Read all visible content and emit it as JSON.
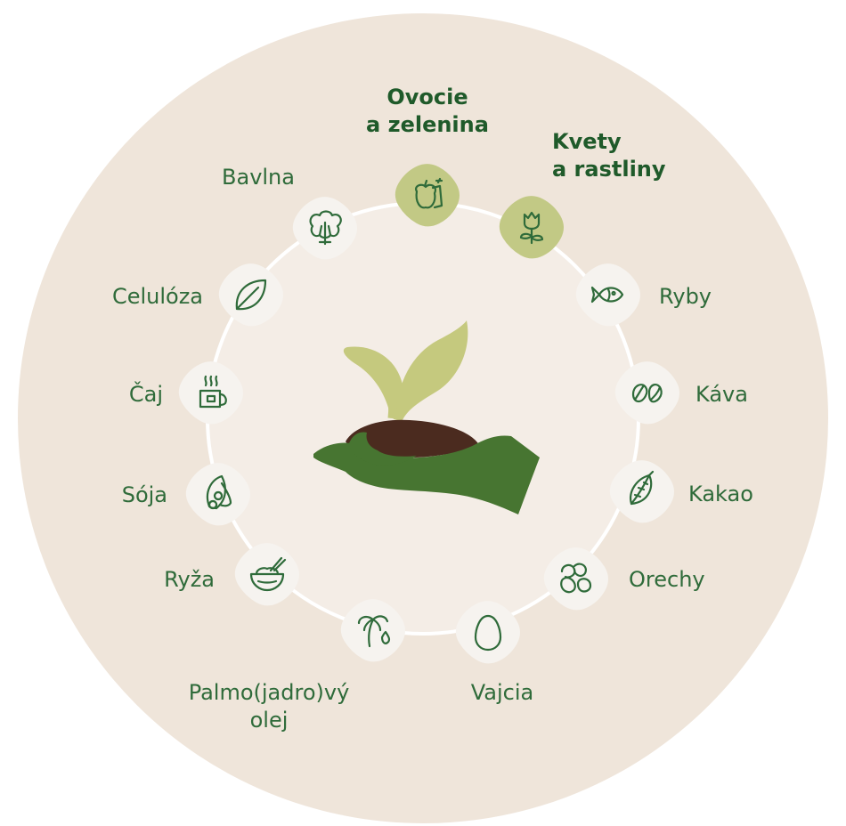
{
  "colors": {
    "outer_circle": "#efe5da",
    "inner_circle": "#f4ede6",
    "ring_line": "#ffffff",
    "icon_blob": "#f6f3ef",
    "icon_blob_highlight": "#c2c985",
    "icon_stroke": "#2f6b3a",
    "label_text": "#2f6b3a",
    "label_text_bold": "#1f5a2a",
    "hand_green": "#477531",
    "leaf_green": "#c5c97e",
    "soil_brown": "#4b2b1f"
  },
  "center_illustration": "hand-holding-seedling",
  "categories": [
    {
      "id": "ovocie",
      "lines": [
        "Ovocie",
        "a zelenina"
      ],
      "icon": "fruit-vegetable-icon",
      "highlighted": true
    },
    {
      "id": "kvety",
      "lines": [
        "Kvety",
        "a rastliny"
      ],
      "icon": "flower-icon",
      "highlighted": true
    },
    {
      "id": "ryby",
      "lines": [
        "Ryby"
      ],
      "icon": "fish-icon",
      "highlighted": false
    },
    {
      "id": "kava",
      "lines": [
        "Káva"
      ],
      "icon": "coffee-bean-icon",
      "highlighted": false
    },
    {
      "id": "kakao",
      "lines": [
        "Kakao"
      ],
      "icon": "cocoa-pod-icon",
      "highlighted": false
    },
    {
      "id": "orechy",
      "lines": [
        "Orechy"
      ],
      "icon": "nuts-icon",
      "highlighted": false
    },
    {
      "id": "vajcia",
      "lines": [
        "Vajcia"
      ],
      "icon": "egg-icon",
      "highlighted": false
    },
    {
      "id": "palmovy",
      "lines": [
        "Palmo(jadro)vý",
        "olej"
      ],
      "icon": "palm-oil-icon",
      "highlighted": false
    },
    {
      "id": "ryza",
      "lines": [
        "Ryža"
      ],
      "icon": "rice-bowl-icon",
      "highlighted": false
    },
    {
      "id": "soja",
      "lines": [
        "Sója"
      ],
      "icon": "soy-pod-icon",
      "highlighted": false
    },
    {
      "id": "caj",
      "lines": [
        "Čaj"
      ],
      "icon": "tea-cup-icon",
      "highlighted": false
    },
    {
      "id": "celuloza",
      "lines": [
        "Celulóza"
      ],
      "icon": "leaf-icon",
      "highlighted": false
    },
    {
      "id": "bavlna",
      "lines": [
        "Bavlna"
      ],
      "icon": "cotton-icon",
      "highlighted": false
    }
  ]
}
